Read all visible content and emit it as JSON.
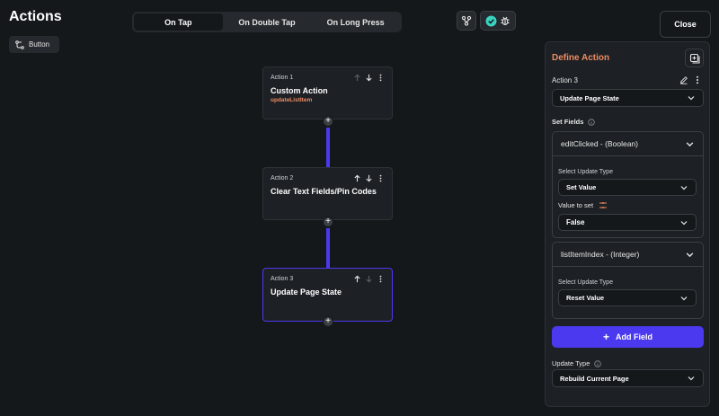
{
  "header": {
    "title": "Actions",
    "widget_chip": {
      "label": "Button",
      "icon": "flow-icon"
    },
    "close_label": "Close"
  },
  "trigger_tabs": [
    {
      "label": "On Tap",
      "active": true
    },
    {
      "label": "On Double Tap",
      "active": false
    },
    {
      "label": "On Long Press",
      "active": false
    }
  ],
  "toolbar_icons": [
    "branch-icon",
    "check-circle-icon",
    "bug-icon"
  ],
  "actions": [
    {
      "label": "Action 1",
      "title": "Custom Action",
      "subtitle": "updateListItem",
      "selected": false
    },
    {
      "label": "Action 2",
      "title": "Clear Text Fields/Pin Codes",
      "subtitle": "",
      "selected": false
    },
    {
      "label": "Action 3",
      "title": "Update Page State",
      "subtitle": "",
      "selected": true
    }
  ],
  "panel": {
    "title": "Define Action",
    "action_label": "Action 3",
    "action_type": "Update Page State",
    "set_fields_label": "Set Fields",
    "fields": [
      {
        "name": "editClicked - (Boolean)",
        "update_type_label": "Select Update Type",
        "update_type": "Set Value",
        "value_label": "Value to set",
        "value": "False"
      },
      {
        "name": "listItemIndex - (Integer)",
        "update_type_label": "Select Update Type",
        "update_type": "Reset Value"
      }
    ],
    "add_field_label": "Add Field",
    "update_type_label": "Update Type",
    "update_type_value": "Rebuild Current Page"
  },
  "colors": {
    "background": "#14181b",
    "accent": "#4b39ef",
    "title_orange": "#ee8b60",
    "success": "#39d2c0"
  }
}
